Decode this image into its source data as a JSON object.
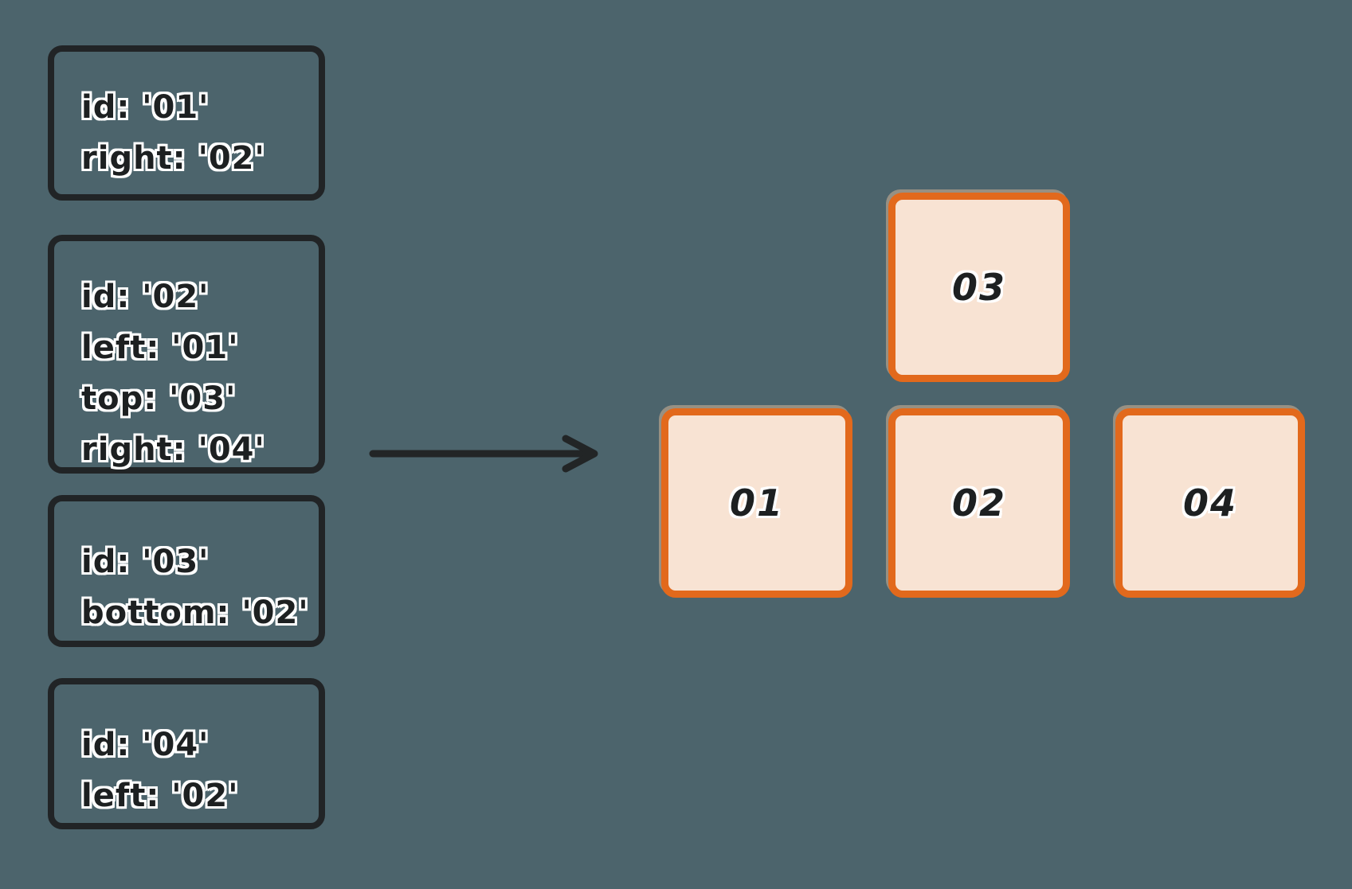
{
  "colors": {
    "background": "#4c646c",
    "definition_border": "#212426",
    "text": "#1d2021",
    "text_outline": "#ffffff",
    "node_border": "#e2691c",
    "node_fill": "#f8e3d3",
    "arrow": "#222526"
  },
  "definitions": [
    {
      "node_id": "01",
      "lines": [
        "id: '01'",
        "right: '02'"
      ]
    },
    {
      "node_id": "02",
      "lines": [
        "id: '02'",
        "left: '01'",
        "top: '03'",
        "right: '04'"
      ]
    },
    {
      "node_id": "03",
      "lines": [
        "id: '03'",
        "bottom: '02'"
      ]
    },
    {
      "node_id": "04",
      "lines": [
        "id: '04'",
        "left: '02'"
      ]
    }
  ],
  "nodes": [
    {
      "label": "03"
    },
    {
      "label": "01"
    },
    {
      "label": "02"
    },
    {
      "label": "04"
    }
  ]
}
